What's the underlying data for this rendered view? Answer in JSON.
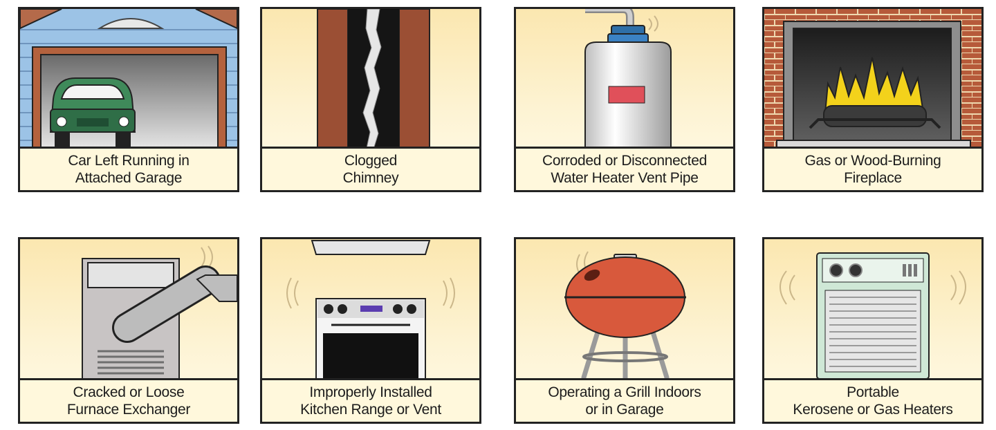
{
  "panels": [
    {
      "id": "car-garage",
      "line1": "Car Left Running in",
      "line2": "Attached Garage"
    },
    {
      "id": "chimney",
      "line1": "Clogged",
      "line2": "Chimney"
    },
    {
      "id": "water-heater",
      "line1": "Corroded or Disconnected",
      "line2": "Water Heater Vent Pipe"
    },
    {
      "id": "fireplace",
      "line1": "Gas or Wood-Burning",
      "line2": "Fireplace"
    },
    {
      "id": "furnace",
      "line1": "Cracked or Loose",
      "line2": "Furnace Exchanger"
    },
    {
      "id": "kitchen-range",
      "line1": "Improperly Installed",
      "line2": "Kitchen Range or Vent"
    },
    {
      "id": "grill",
      "line1": "Operating a Grill Indoors",
      "line2": "or in Garage"
    },
    {
      "id": "heaters",
      "line1": "Portable",
      "line2": "Kerosene or Gas Heaters"
    }
  ],
  "icons": [
    "car-garage-illustration",
    "chimney-illustration",
    "water-heater-illustration",
    "fireplace-illustration",
    "furnace-illustration",
    "kitchen-range-illustration",
    "grill-illustration",
    "portable-heater-illustration"
  ]
}
